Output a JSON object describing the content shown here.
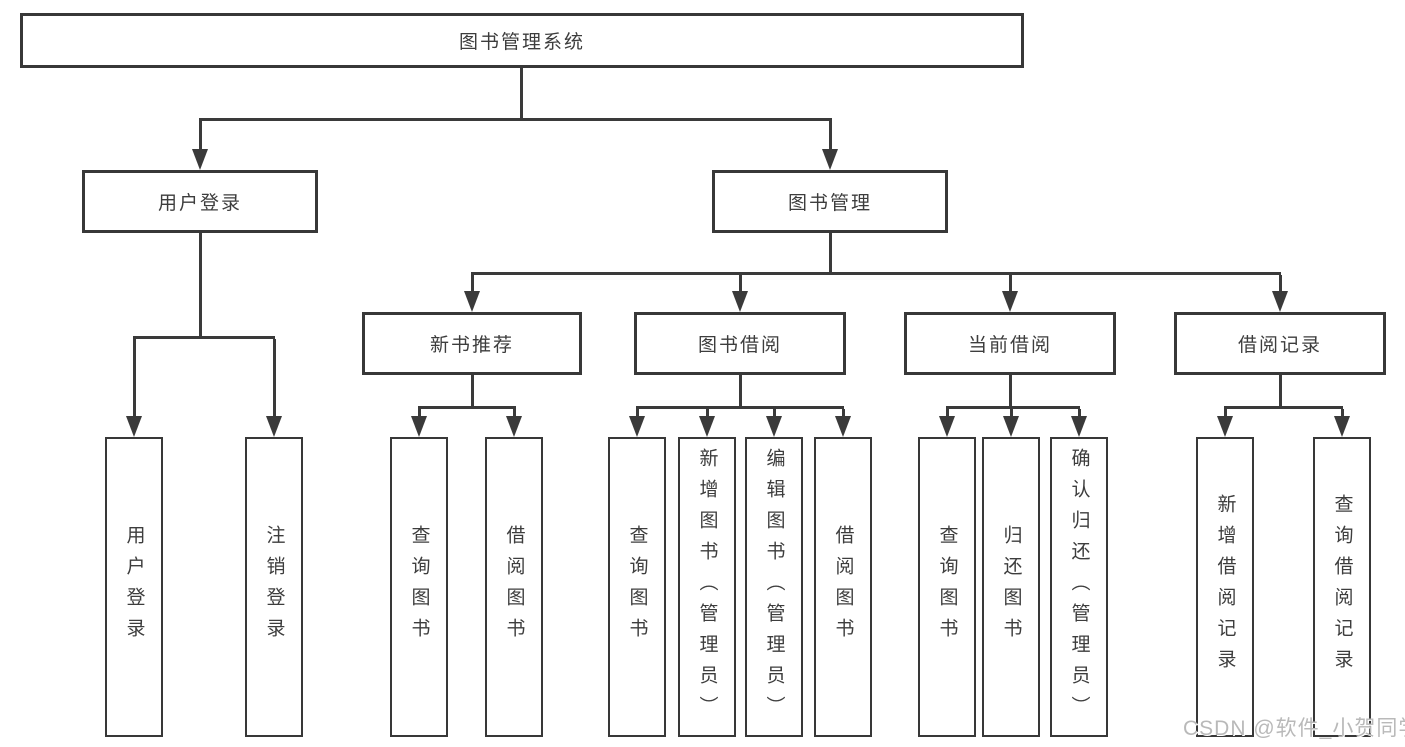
{
  "page": {
    "background_color": "#ffffff",
    "line_color": "#3a3a3a",
    "box_border_color": "#383838",
    "text_color": "#3d3d3d"
  },
  "diagram": {
    "root": {
      "label": "图书管理系统"
    },
    "level2": [
      {
        "label": "用户登录"
      },
      {
        "label": "图书管理"
      }
    ],
    "level3": [
      {
        "label": "新书推荐"
      },
      {
        "label": "图书借阅"
      },
      {
        "label": "当前借阅"
      },
      {
        "label": "借阅记录"
      }
    ],
    "leaves": {
      "user_login": [
        {
          "label": "用户登录"
        },
        {
          "label": "注销登录"
        }
      ],
      "new_book_recommend": [
        {
          "label": "查询图书"
        },
        {
          "label": "借阅图书"
        }
      ],
      "book_borrow": [
        {
          "label": "查询图书"
        },
        {
          "label": "新增图书（管理员）"
        },
        {
          "label": "编辑图书（管理员）"
        },
        {
          "label": "借阅图书"
        }
      ],
      "current_borrow": [
        {
          "label": "查询图书"
        },
        {
          "label": "归还图书"
        },
        {
          "label": "确认归还（管理员）"
        }
      ],
      "borrow_record": [
        {
          "label": "新增借阅记录"
        },
        {
          "label": "查询借阅记录"
        }
      ]
    }
  },
  "watermark": {
    "text": "CSDN @软件_小贺同学"
  }
}
